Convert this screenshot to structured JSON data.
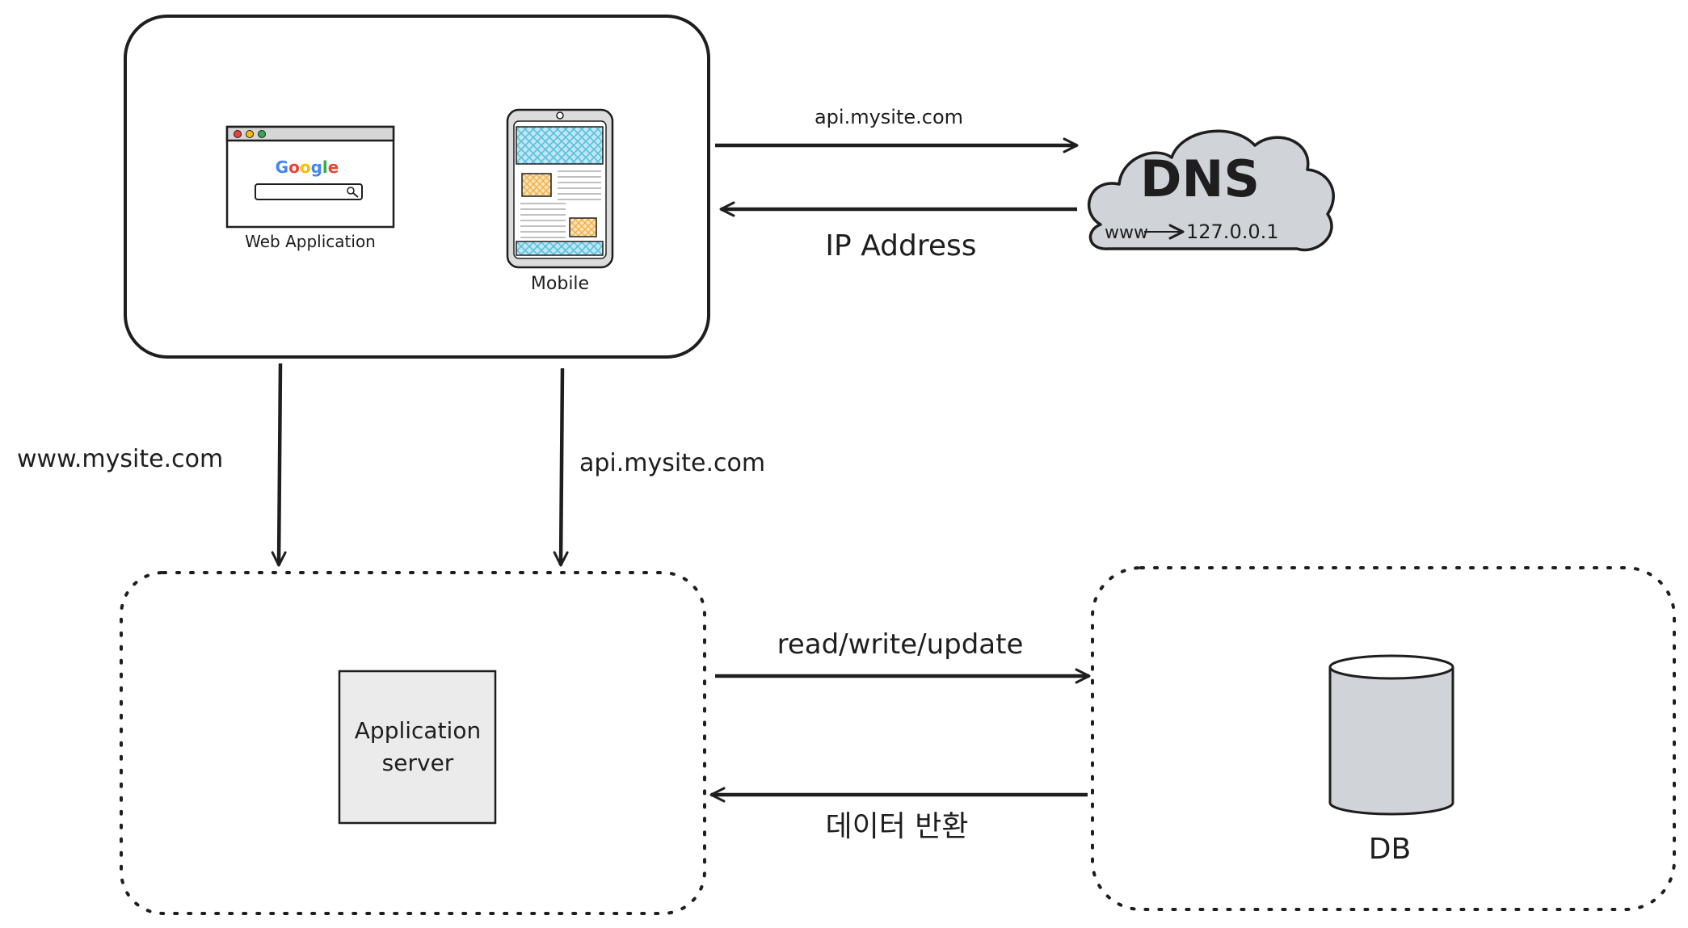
{
  "client_box": {
    "web_app": {
      "label": "Web Application",
      "search_logo_letters": [
        {
          "ch": "G",
          "color": "#4285f4"
        },
        {
          "ch": "o",
          "color": "#ea4335"
        },
        {
          "ch": "o",
          "color": "#fbbc05"
        },
        {
          "ch": "g",
          "color": "#4285f4"
        },
        {
          "ch": "l",
          "color": "#34a853"
        },
        {
          "ch": "e",
          "color": "#ea4335"
        }
      ]
    },
    "mobile": {
      "label": "Mobile"
    }
  },
  "dns": {
    "title": "DNS",
    "mapping_from": "www",
    "mapping_to": "127.0.0.1"
  },
  "edges": {
    "client_to_dns": "api.mysite.com",
    "dns_to_client": "IP Address",
    "client_to_server_web": "www.mysite.com",
    "client_to_server_api": "api.mysite.com",
    "server_to_db": "read/write/update",
    "db_to_server": "데이터 반환"
  },
  "app_server": {
    "line1": "Application",
    "line2": "server"
  },
  "db": {
    "label": "DB"
  },
  "colors": {
    "stroke": "#1e1e1e",
    "cloud_fill": "#d0d3d8",
    "db_fill": "#d0d3d8",
    "server_fill": "#ebebeb",
    "hatch_blue": "#5bc0de",
    "hatch_orange": "#f0b04d"
  }
}
